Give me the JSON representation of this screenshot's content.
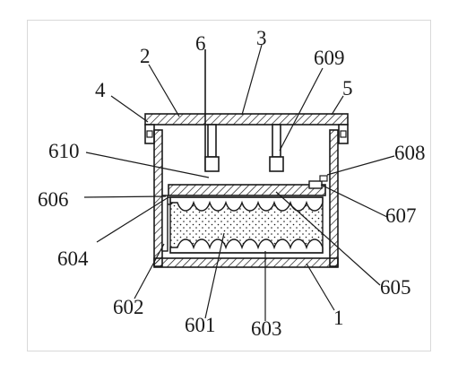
{
  "diagram": {
    "labels": {
      "l1": "1",
      "l2": "2",
      "l3": "3",
      "l4": "4",
      "l5": "5",
      "l6": "6",
      "l601": "601",
      "l602": "602",
      "l603": "603",
      "l604": "604",
      "l605": "605",
      "l606": "606",
      "l607": "607",
      "l608": "608",
      "l609": "609",
      "l610": "610"
    },
    "colors": {
      "stroke": "#1a1a1a",
      "hatch": "#1a1a1a",
      "fill_dots": "#1a1a1a",
      "background": "#ffffff"
    }
  }
}
